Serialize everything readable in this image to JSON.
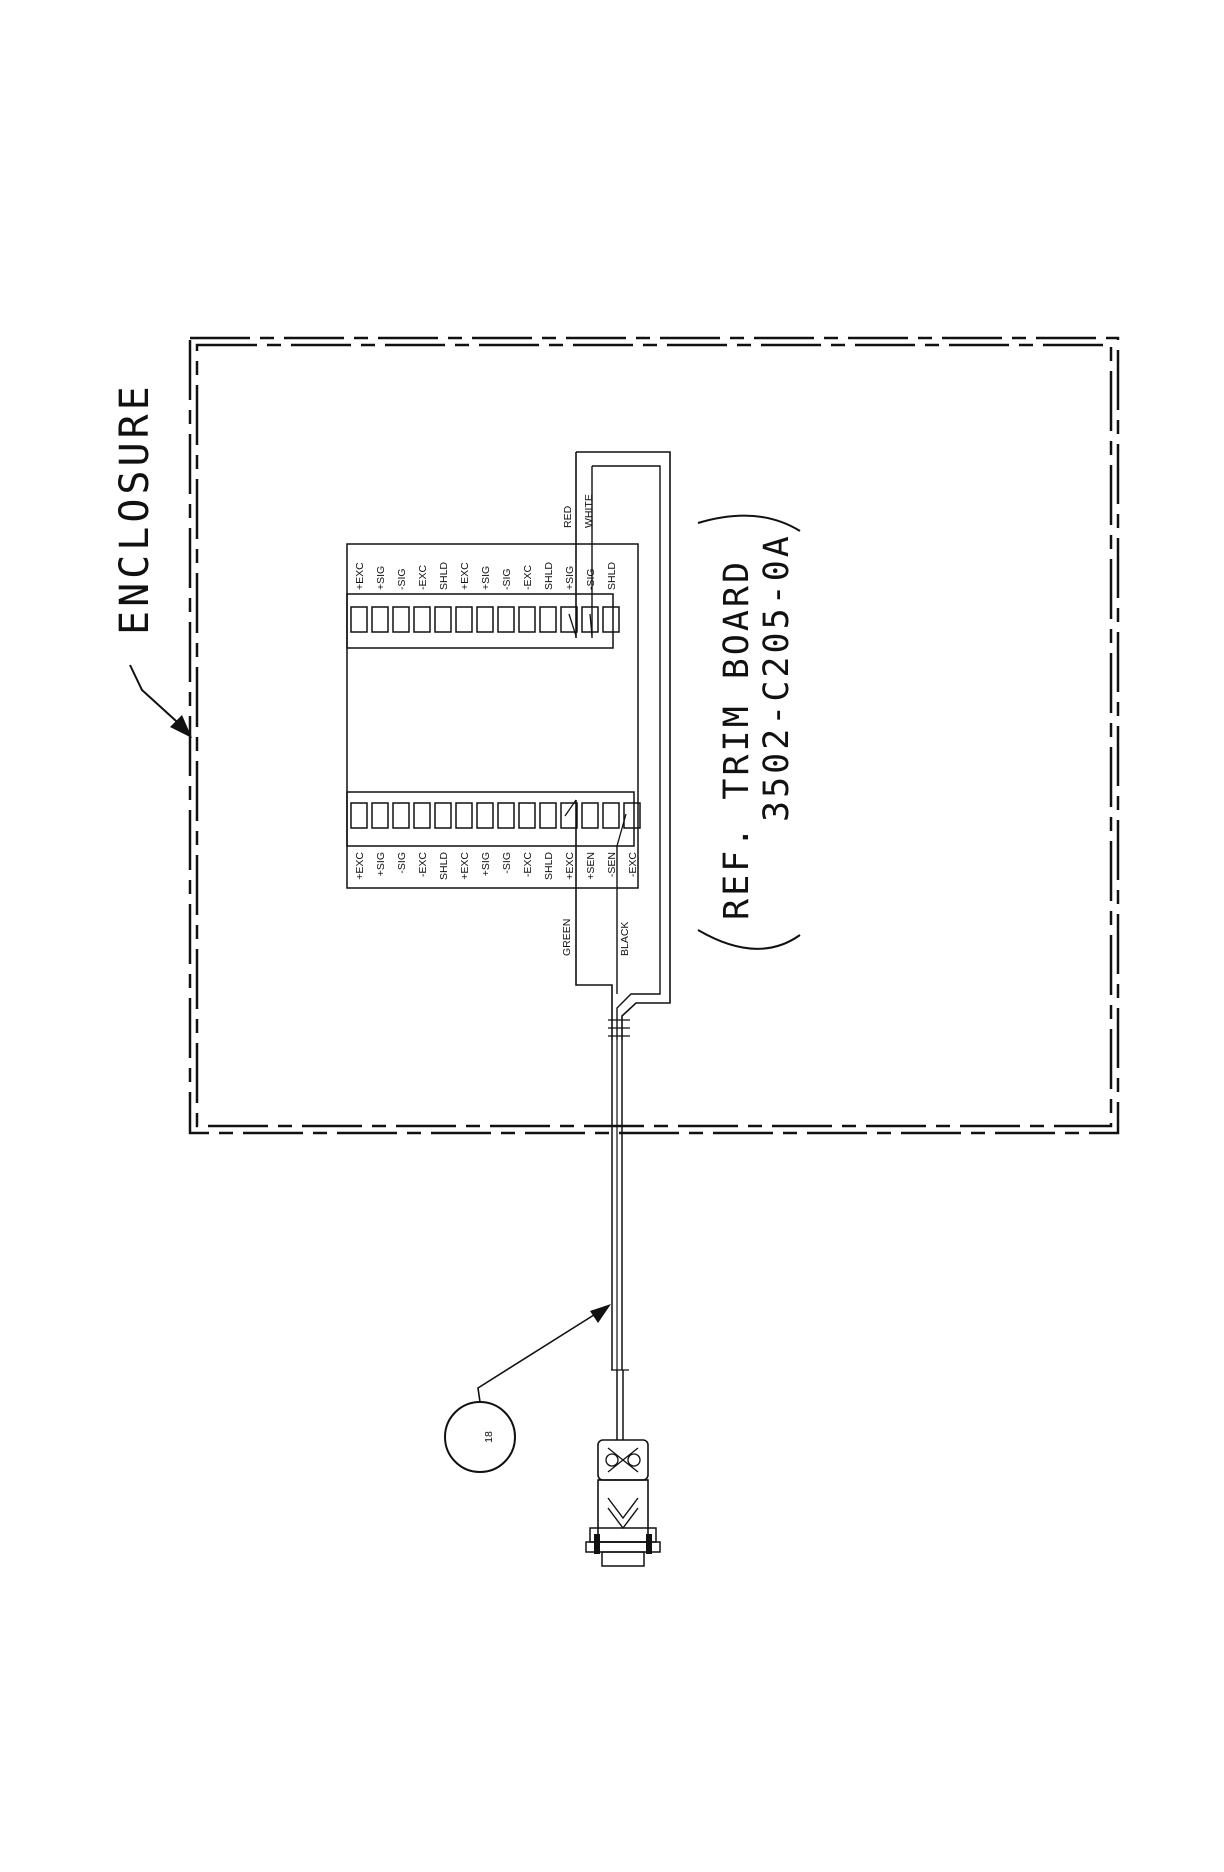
{
  "enclosure": {
    "label": "ENCLOSURE"
  },
  "trim_board": {
    "reference_line1": "REF. TRIM BOARD",
    "reference_line2": "3502-C205-0A",
    "top_terminals": [
      "+EXC",
      "+SIG",
      "-SIG",
      "-EXC",
      "SHLD",
      "+EXC",
      "+SIG",
      "-SIG",
      "-EXC",
      "SHLD",
      "+SIG",
      "-SIG",
      "SHLD"
    ],
    "bottom_terminals": [
      "+EXC",
      "+SIG",
      "-SIG",
      "-EXC",
      "SHLD",
      "+EXC",
      "+SIG",
      "-SIG",
      "-EXC",
      "SHLD",
      "+EXC",
      "+SEN",
      "-SEN",
      "-EXC"
    ]
  },
  "wires": {
    "red": "RED",
    "white": "WHITE",
    "green": "GREEN",
    "black": "BLACK"
  },
  "callout": {
    "number": "18"
  }
}
